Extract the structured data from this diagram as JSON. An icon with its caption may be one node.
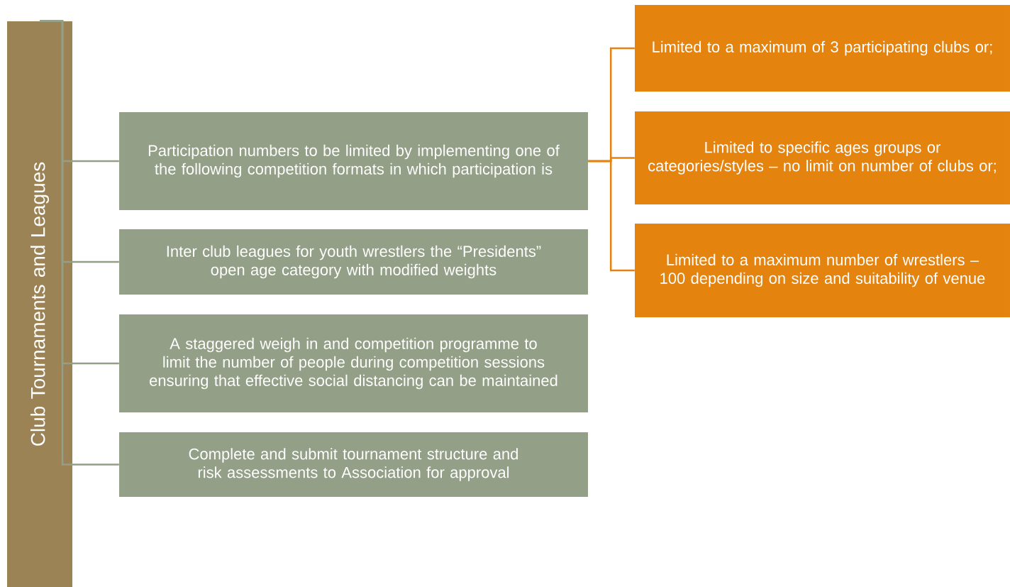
{
  "diagram": {
    "nodes": [
      {
        "text": [
          "Club Tournaments and Leagues"
        ]
      },
      {
        "text": [
          "Participation numbers to be limited by implementing one of the following competition formats in which participation is"
        ]
      },
      {
        "text": [
          "Inter club leagues for youth wrestlers the “Presidents” open age category with modified weights"
        ]
      },
      {
        "text": [
          "A staggered weigh in and competition programme to limit the number of people during competition sessions ensuring that effective social distancing can be maintained"
        ]
      },
      {
        "text": [
          "Complete and submit tournament structure and risk assessments to Association for approval"
        ]
      },
      {
        "text": [
          "Limited to a maximum of 3 participating clubs or;"
        ]
      },
      {
        "text": [
          "Limited to specific ages groups or categories/styles – no limit on number of clubs or;"
        ]
      },
      {
        "text": [
          "Limited to a maximum number of wrestlers – 100 depending on size and suitability of venue"
        ]
      }
    ],
    "edges": [
      {
        "from": 0,
        "to": 1,
        "arrow": "none"
      },
      {
        "from": 0,
        "to": 2,
        "arrow": "none"
      },
      {
        "from": 0,
        "to": 3,
        "arrow": "none"
      },
      {
        "from": 0,
        "to": 4,
        "arrow": "none"
      },
      {
        "from": 1,
        "to": 5,
        "arrow": "none",
        "color": "#e5830f"
      },
      {
        "from": 1,
        "to": 6,
        "arrow": "none",
        "color": "#e5830f"
      },
      {
        "from": 1,
        "to": 7,
        "arrow": "none",
        "color": "#e5830f"
      }
    ]
  }
}
